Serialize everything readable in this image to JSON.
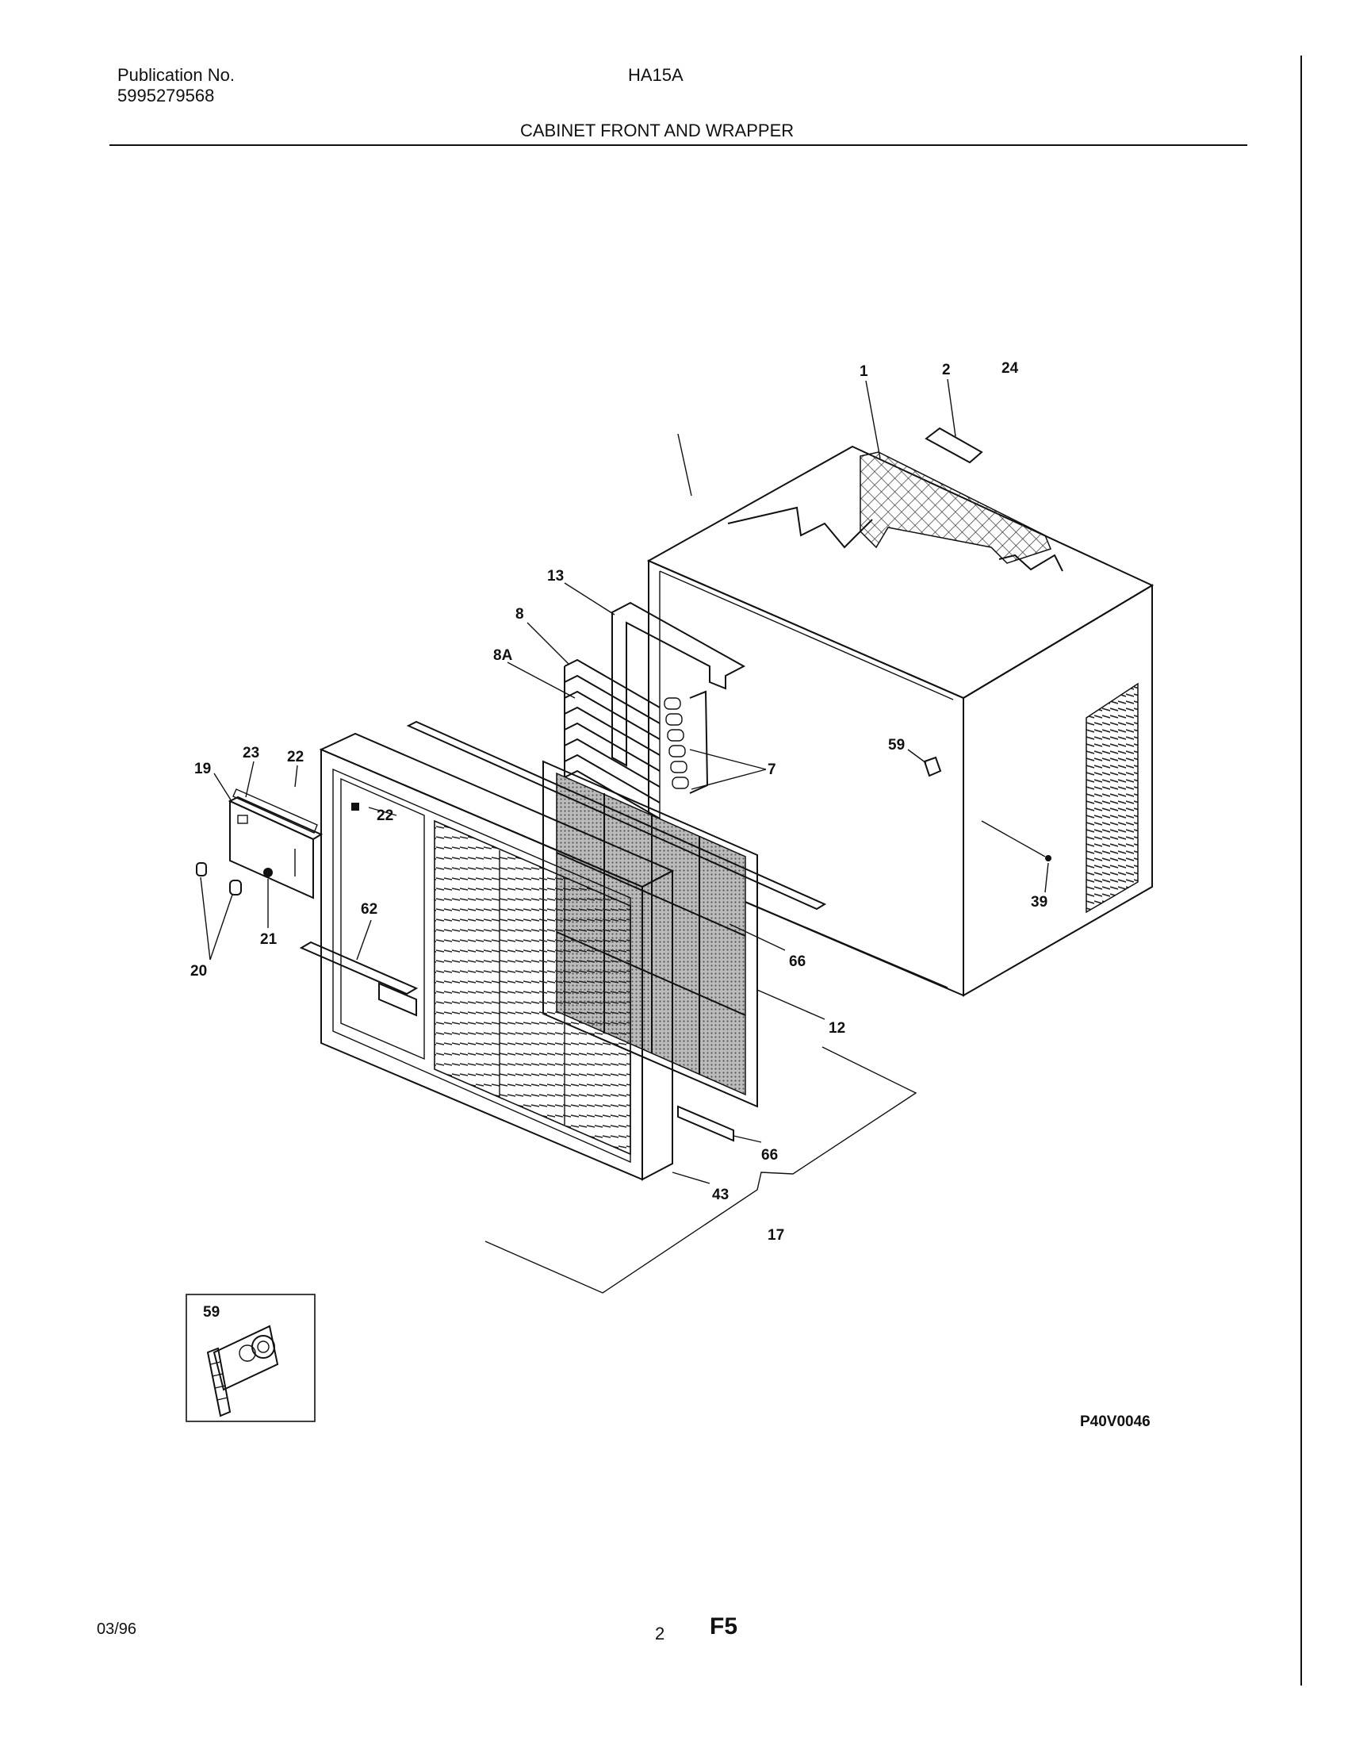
{
  "header": {
    "publication_label": "Publication No.",
    "publication_number": "5995279568",
    "model": "HA15A",
    "section_title": "CABINET FRONT AND WRAPPER"
  },
  "diagram": {
    "callouts": {
      "c1": "1",
      "c2": "2",
      "c24": "24",
      "c13": "13",
      "c8": "8",
      "c8a": "8A",
      "c7": "7",
      "c59": "59",
      "c39": "39",
      "c23": "23",
      "c22a": "22",
      "c19": "19",
      "c22b": "22",
      "c62": "62",
      "c20": "20",
      "c21": "21",
      "c66a": "66",
      "c12": "12",
      "c66b": "66",
      "c43": "43",
      "c17": "17"
    },
    "inset_label": "59",
    "figure_code": "P40V0046"
  },
  "footer": {
    "date": "03/96",
    "page_number": "2",
    "section_code": "F5"
  }
}
